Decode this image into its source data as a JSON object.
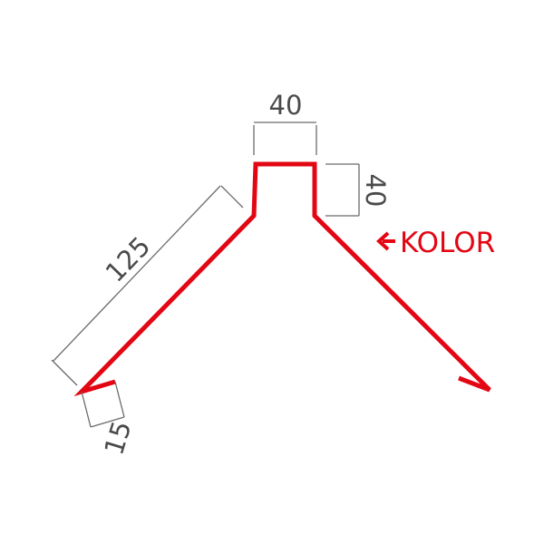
{
  "diagram": {
    "profile_color": "#e30613",
    "dimension_color": "#6b6b6b",
    "text_color": "#4a4a4a",
    "dimensions": {
      "top_width": "40",
      "top_height": "40",
      "slope_length": "125",
      "hem_length": "15"
    },
    "callout": {
      "label": "KOLOR",
      "icon": "arrow-left-icon"
    }
  }
}
